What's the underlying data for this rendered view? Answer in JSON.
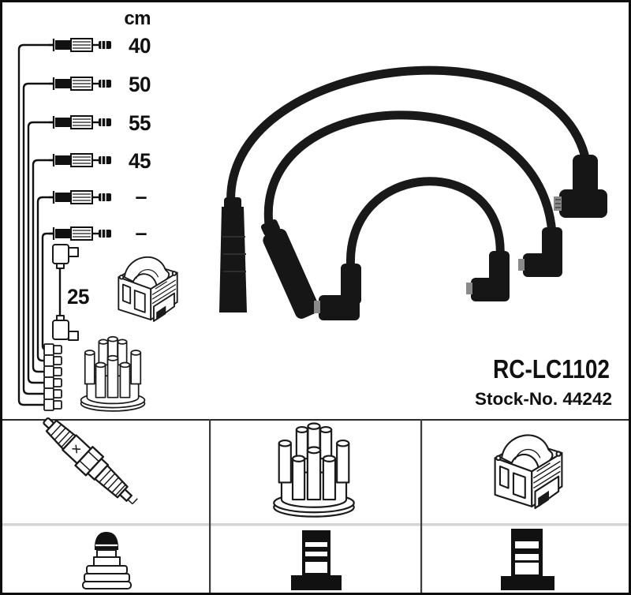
{
  "part": {
    "number": "RC-LC1102",
    "stock": "Stock-No. 44242"
  },
  "measurements": {
    "unit": "cm",
    "cable_lengths": [
      "40",
      "50",
      "55",
      "45",
      "–",
      "–"
    ],
    "coil_wire_length": "25"
  },
  "colors": {
    "background": "#ffffff",
    "line_art": "#1a1a1a",
    "photo_black": "#161616",
    "frame": "#0d0d0d",
    "grid_line_dark": "#3c3c3c",
    "grid_line_light": "#d4d4d4"
  },
  "icons": {
    "top_diagram": [
      "plug-connector-row-icon",
      "coil-wire-icon",
      "ignition-coil-icon",
      "distributor-cap-icon"
    ],
    "photo": "ignition-cable-set-photo",
    "bottom_grid": [
      {
        "row": 1,
        "col": 1,
        "icon": "spark-plug-icon"
      },
      {
        "row": 1,
        "col": 2,
        "icon": "distributor-cap-icon"
      },
      {
        "row": 1,
        "col": 3,
        "icon": "ignition-coil-icon"
      },
      {
        "row": 2,
        "col": 1,
        "icon": "plug-terminal-icon"
      },
      {
        "row": 2,
        "col": 2,
        "icon": "block-terminal-icon"
      },
      {
        "row": 2,
        "col": 3,
        "icon": "block-terminal-icon"
      }
    ]
  }
}
